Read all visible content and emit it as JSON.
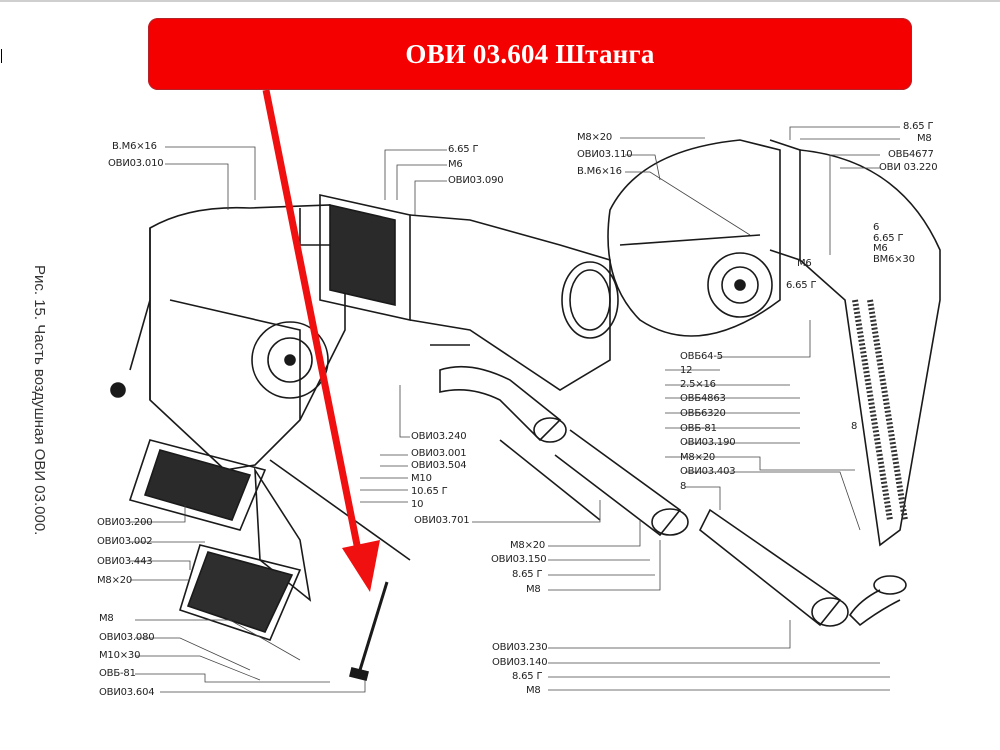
{
  "banner": {
    "title": "ОВИ 03.604 Штанга",
    "color": "#f40000",
    "arrow_color": "#f01010"
  },
  "caption": "Рис. 15. Часть воздушная ОВИ 03.000.",
  "labels": {
    "left_top": [
      "В.М6×16",
      "ОВИ03.010"
    ],
    "center_top": [
      "6.65 Г",
      "М6",
      "ОВИ03.090"
    ],
    "right_top_left": [
      "М8×20",
      "ОВИ03.110",
      "В.М6×16"
    ],
    "right_top_right": [
      "8.65 Г",
      "М8",
      "ОВБ4677",
      "ОВИ 03.220"
    ],
    "right_cluster": [
      "6",
      "6.65 Г",
      "М6",
      "ВМ6×30"
    ],
    "right_mid": [
      "М6",
      "6.65 Г"
    ],
    "center_mid": [
      "ОВИ03.240",
      "ОВИ03.001",
      "ОВИ03.504",
      "М10",
      "10.65 Г",
      "10",
      "ОВИ03.701"
    ],
    "left_mid": [
      "ОВИ03.200",
      "ОВИ03.002",
      "ОВИ03.443",
      "М8×20"
    ],
    "left_bottom": [
      "М8",
      "ОВИ03.080",
      "М10×30",
      "ОВБ-81",
      "ОВИ03.604"
    ],
    "right_list": [
      "ОВБ64-5",
      "12",
      "2.5×16",
      "ОВБ4863",
      "ОВБ6320",
      "ОВБ-81",
      "ОВИ03.190",
      "М8×20",
      "ОВИ03.403",
      "8"
    ],
    "right_side_8": "8",
    "bottom_mid_a": [
      "М8×20",
      "ОВИ03.150",
      "8.65 Г",
      "М8"
    ],
    "bottom_mid_b": [
      "ОВИ03.230",
      "ОВИ03.140",
      "8.65 Г",
      "М8"
    ]
  }
}
